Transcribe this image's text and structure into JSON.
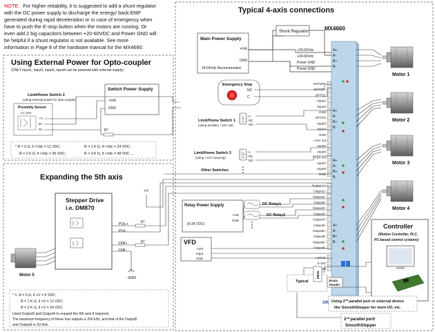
{
  "note": {
    "prefix": "NOTE:",
    "lines": [
      "For higher reliability, it is suggested to add a shunt regulator",
      "with the DC power supply to discharge the energy/ back-EMF",
      "generated during rapid deceleration or in case of emergency when",
      "have to push the E-stop button when the motors are running. Or",
      "even add 2 big capacitors between +20-60VDC and Power GND will",
      "be helpful if a shunt regulator is not available. See more",
      "information in Page 8 of the hardware manual for the MX4660."
    ]
  },
  "titles": {
    "main": "Typical 4-axis connections",
    "opto": "Using External Power for Opto-coupler",
    "opto_sub": "(ONLY input1, input2, input3, input4 can be powered with external supply)",
    "fifth": "Expanding the 5th axis"
  },
  "controller_board": {
    "name": "MX4660",
    "left_pins": [
      "ESTOP+",
      "ESTOP-",
      "OPTO1",
      "Input1",
      "Input2",
      "GND",
      "OPTO2",
      "Input3",
      "Input4",
      "GND",
      "+12V out",
      "Input5",
      "Input6",
      "+12V out",
      "Input7",
      "Input8",
      "GND",
      "Output 1+",
      "Output1-",
      "Output2+",
      "Output2-",
      "Output3+",
      "Output3-",
      "Output4+",
      "Output4-",
      "Output5+",
      "Output5-",
      "Output6+",
      "Output6-",
      "+10Vdc",
      "0-10V",
      "FGND"
    ],
    "motor_pins": [
      "A+",
      "A-",
      "B+",
      "B-"
    ]
  },
  "power": {
    "main_label": "Main Power Supply",
    "vdc": "+Vdc",
    "gnd": "GND",
    "recommended": "24-54Vdc Recommended",
    "shunt": "Shunt Regulator",
    "rail_labels": [
      "+20-60Vdc",
      "+20-60Vdc",
      "Power GND",
      "Power GND"
    ]
  },
  "motors": [
    "Motor 1",
    "Motor 2",
    "Motor 3",
    "Motor 4",
    "Motor 5"
  ],
  "estop": {
    "label": "Emergency Stop",
    "nc": "NC",
    "c": "C"
  },
  "switches": {
    "sw1": "Limit/Home Switch 1",
    "sw1_sub": "(using auxiliary +12V out)",
    "sw3": "Limit/Home Switch 3",
    "sw3_sub": "(using +12V sourcing)",
    "other": "Other Switches",
    "contacts": [
      "C",
      "NC",
      "NO"
    ]
  },
  "opto": {
    "sw2": "Limit/Home Switch 2",
    "sw2_sub": "(using external power for opto-coupler)",
    "sensor": "Proximity Sensor",
    "sensor_type": "DC NPN",
    "switch_ps": "Switch Power Supply",
    "vdc": "+Vdc",
    "gnd": "GND",
    "wires": [
      "+V",
      "IN",
      "0V"
    ],
    "r": "R*",
    "notes": [
      "* R = 0 Ω,  if +Vdc = 12 VDC;",
      "R = 1 K Ω,  if +Vdc = 24 VDC;",
      "R = 2 K Ω,  if +Vdc = 36 VDC;",
      "R = 3 K Ω,  if +Vdc = 48 VDC ..."
    ]
  },
  "fifth": {
    "drive": "Stepper Drive",
    "drive_model": "i.e. DM870",
    "pins": [
      "PUL+",
      "PUL-",
      "DIR+",
      "DIR-"
    ],
    "v": "+V",
    "gnd": "GND",
    "r": "R*",
    "notes": [
      "* 1. R = 0 Ω,  if +V = 5 VDC;",
      "R = 1 K Ω,  if +V = 12 VDC;",
      "R = 2 K Ω,  if +V = 24 VDC;",
      "Used Output3 and Output4 to expand the 6th axis if required.",
      "The maximum frequency of these four outputs is 200 kHz, and that of the Output5",
      "and Output6 is 20 kHz."
    ]
  },
  "relay": {
    "ps": "Relay Power Supply",
    "vdc": "+Vdc",
    "gnd": "GND",
    "range": "(5-24 VDC)",
    "r1": "DC Relay1",
    "r2": "DC Relay2"
  },
  "vfd": {
    "label": "VFD",
    "pins": [
      "+10V",
      "Input",
      "GND"
    ]
  },
  "controller": {
    "title": "Controller",
    "desc": [
      "(Motion Controller, PLC,",
      "PC-based control systems)"
    ],
    "typical": "Typical",
    "header": [
      "26-pin",
      "Header"
    ],
    "db25": "DB25",
    "or": "OR",
    "alt_text_1a": "Using 2",
    "alt_text_1b": "parallel port or external device",
    "alt_sup": "nd",
    "alt_text_2": "like SmoothStepper for more I/O, etc.",
    "port_1a": "2",
    "port_1b": "parallel port/",
    "port_2": "SmoothStepper"
  },
  "colors": {
    "note_red": "#d40000",
    "blue": "#2a4fa8",
    "board": "#bcd7ea",
    "led_green": "#2e9e3a",
    "led_red": "#d22",
    "led_blue": "#2f6fd0"
  }
}
